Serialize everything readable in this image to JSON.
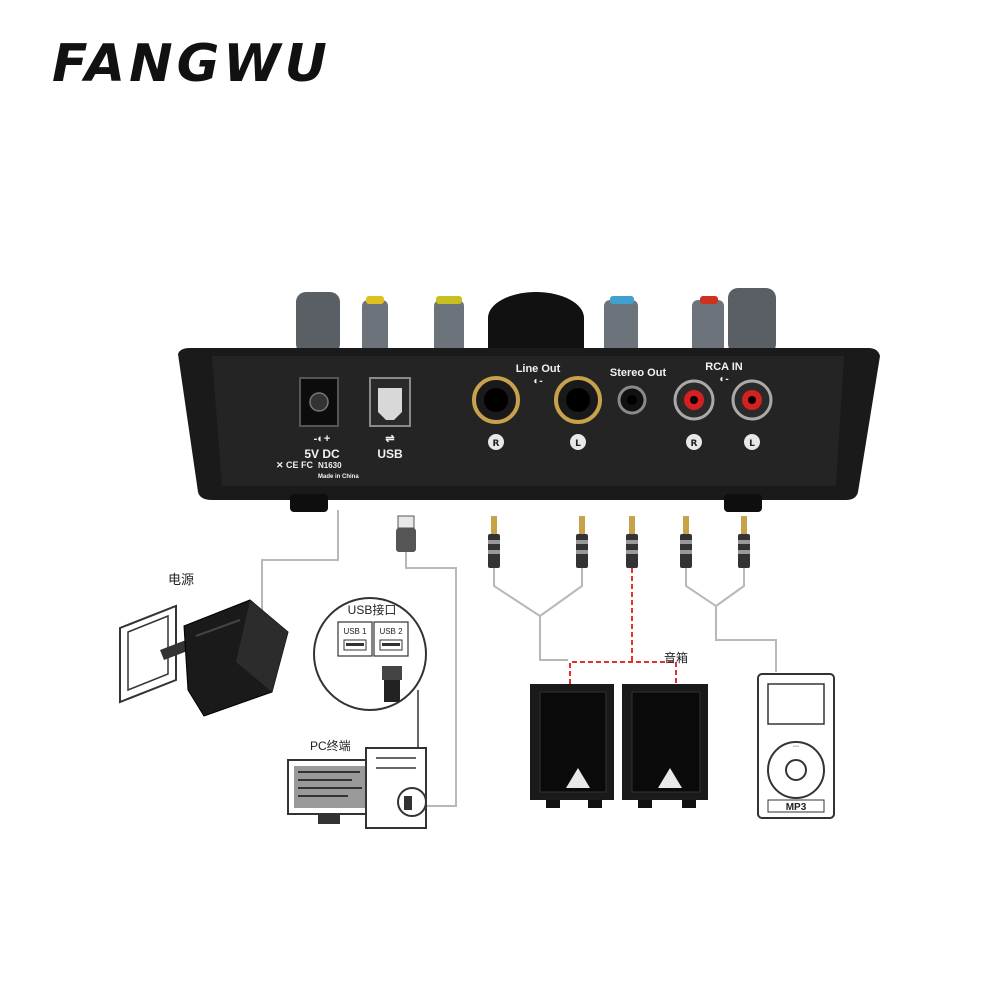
{
  "brand": {
    "logo_text": "FANGWU"
  },
  "device": {
    "power_label": "5V DC",
    "usb_label": "USB",
    "line_out_label": "Line Out",
    "stereo_out_label": "Stereo Out",
    "rca_in_label": "RCA IN",
    "right_marker": "R",
    "left_marker": "L",
    "cert_text": "N1630",
    "origin_text": "Made in China"
  },
  "diagram": {
    "power_label": "电源",
    "usb_port_title": "USB接口",
    "usb1_label": "USB 1",
    "usb2_label": "USB 2",
    "pc_label": "PC终端",
    "speakers_label": "音箱",
    "mp3_label": "MP3"
  },
  "colors": {
    "device_body": "#1a1a1a",
    "jack_gold": "#c8a24a",
    "rca_red": "#d42020",
    "speaker_link_red": "#e03030",
    "cable_gray": "#b8b8b8"
  }
}
